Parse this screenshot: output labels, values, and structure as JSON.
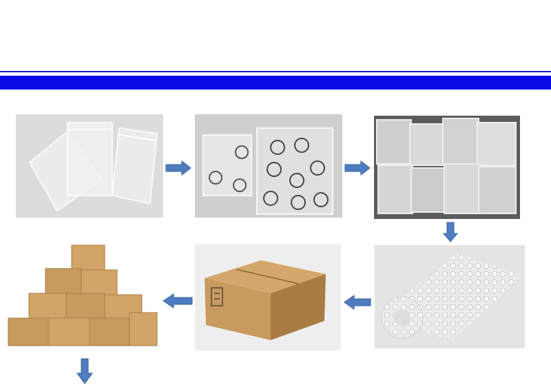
{
  "colors": {
    "header_band": "#0a0ae6",
    "header_rule": "#1a1ad0",
    "arrow_fill": "#4f7cc0",
    "arrow_stroke": "#35609f",
    "panel_bg_light": "#e6e6e6",
    "panel_bg_gray": "#c8c8c8",
    "cardboard": "#c89a5e",
    "cardboard_dark": "#a97c43"
  },
  "steps": [
    {
      "order": 1,
      "image": "empty-clear-zip-bags"
    },
    {
      "order": 2,
      "image": "rings-in-zip-bags"
    },
    {
      "order": 3,
      "image": "many-filled-zip-bags"
    },
    {
      "order": 4,
      "image": "bubble-wrap-roll"
    },
    {
      "order": 5,
      "image": "single-carton-box"
    },
    {
      "order": 6,
      "image": "stacked-carton-boxes"
    }
  ],
  "flow_arrows": [
    "right",
    "right",
    "down",
    "left",
    "left",
    "down"
  ]
}
